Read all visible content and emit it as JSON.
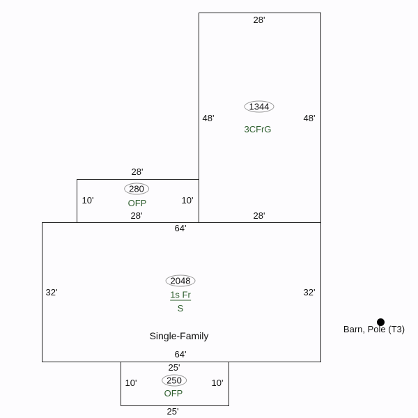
{
  "garage": {
    "area": "1344",
    "code": "3CFrG",
    "top": "28'",
    "bottom": "28'",
    "left": "48'",
    "right": "48'"
  },
  "ofp_top": {
    "area": "280",
    "code": "OFP",
    "top": "28'",
    "bottom": "28'",
    "left": "10'",
    "right": "10'"
  },
  "main": {
    "area": "2048",
    "code": "1s Fr",
    "subcode": "S",
    "label": "Single-Family",
    "top": "64'",
    "bottom": "64'",
    "left": "32'",
    "right": "32'"
  },
  "ofp_bottom": {
    "area": "250",
    "code": "OFP",
    "top": "25'",
    "bottom": "25'",
    "left": "10'",
    "right": "10'"
  },
  "outbuilding": {
    "label": "Barn, Pole (T3)"
  }
}
